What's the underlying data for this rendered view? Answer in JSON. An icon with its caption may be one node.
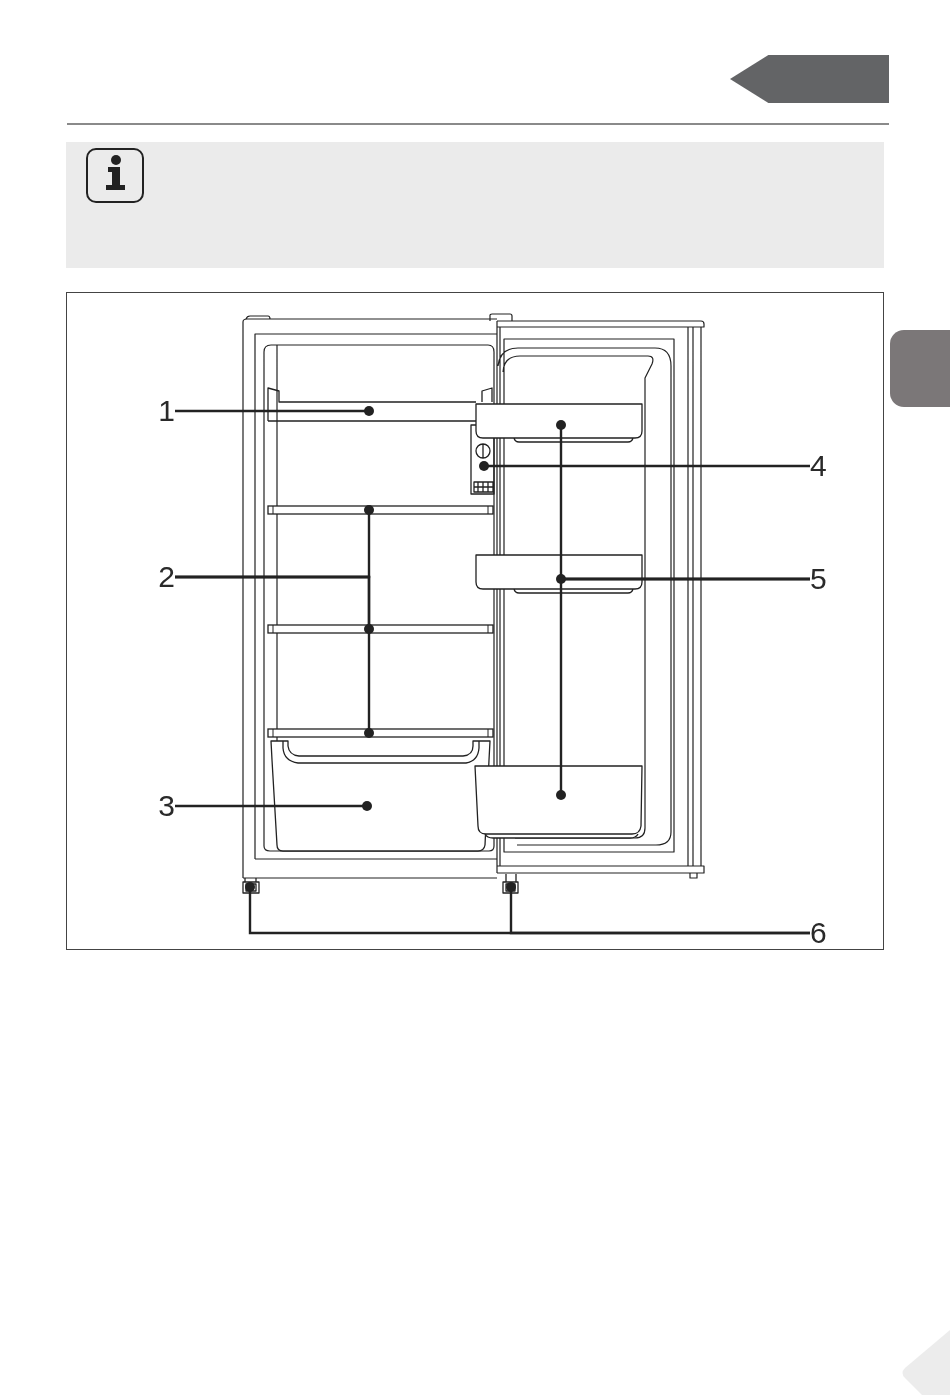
{
  "diagram": {
    "nodes": [
      {
        "text": [],
        "shape": "arrow"
      },
      {
        "text": [],
        "shape": "box"
      },
      {
        "text": [
          "1"
        ]
      },
      {
        "text": [],
        "shape": "box"
      },
      {
        "text": [
          "2"
        ]
      },
      {
        "text": [],
        "shape": "bar"
      },
      {
        "text": [],
        "shape": "bar"
      },
      {
        "text": [],
        "shape": "bar"
      },
      {
        "text": [
          "3"
        ]
      },
      {
        "text": [],
        "shape": "box"
      },
      {
        "text": [
          "4"
        ]
      },
      {
        "text": [],
        "shape": "box"
      },
      {
        "text": [
          "5"
        ]
      },
      {
        "text": [],
        "shape": "box"
      },
      {
        "text": [],
        "shape": "box"
      },
      {
        "text": [],
        "shape": "box"
      },
      {
        "text": [
          "6"
        ]
      },
      {
        "text": [],
        "shape": "box"
      },
      {
        "text": [],
        "shape": "box"
      }
    ],
    "edges": [
      {
        "from": 2,
        "to": 3,
        "arrow": "other"
      },
      {
        "from": 4,
        "to": 5,
        "arrow": "other"
      },
      {
        "from": 4,
        "to": 6,
        "arrow": "other"
      },
      {
        "from": 4,
        "to": 7,
        "arrow": "other"
      },
      {
        "from": 8,
        "to": 9,
        "arrow": "other"
      },
      {
        "from": 10,
        "to": 11,
        "arrow": "other"
      },
      {
        "from": 12,
        "to": 13,
        "arrow": "other"
      },
      {
        "from": 12,
        "to": 14,
        "arrow": "other"
      },
      {
        "from": 12,
        "to": 15,
        "arrow": "other"
      },
      {
        "from": 16,
        "to": 17,
        "arrow": "other"
      },
      {
        "from": 16,
        "to": 18,
        "arrow": "other"
      }
    ]
  }
}
